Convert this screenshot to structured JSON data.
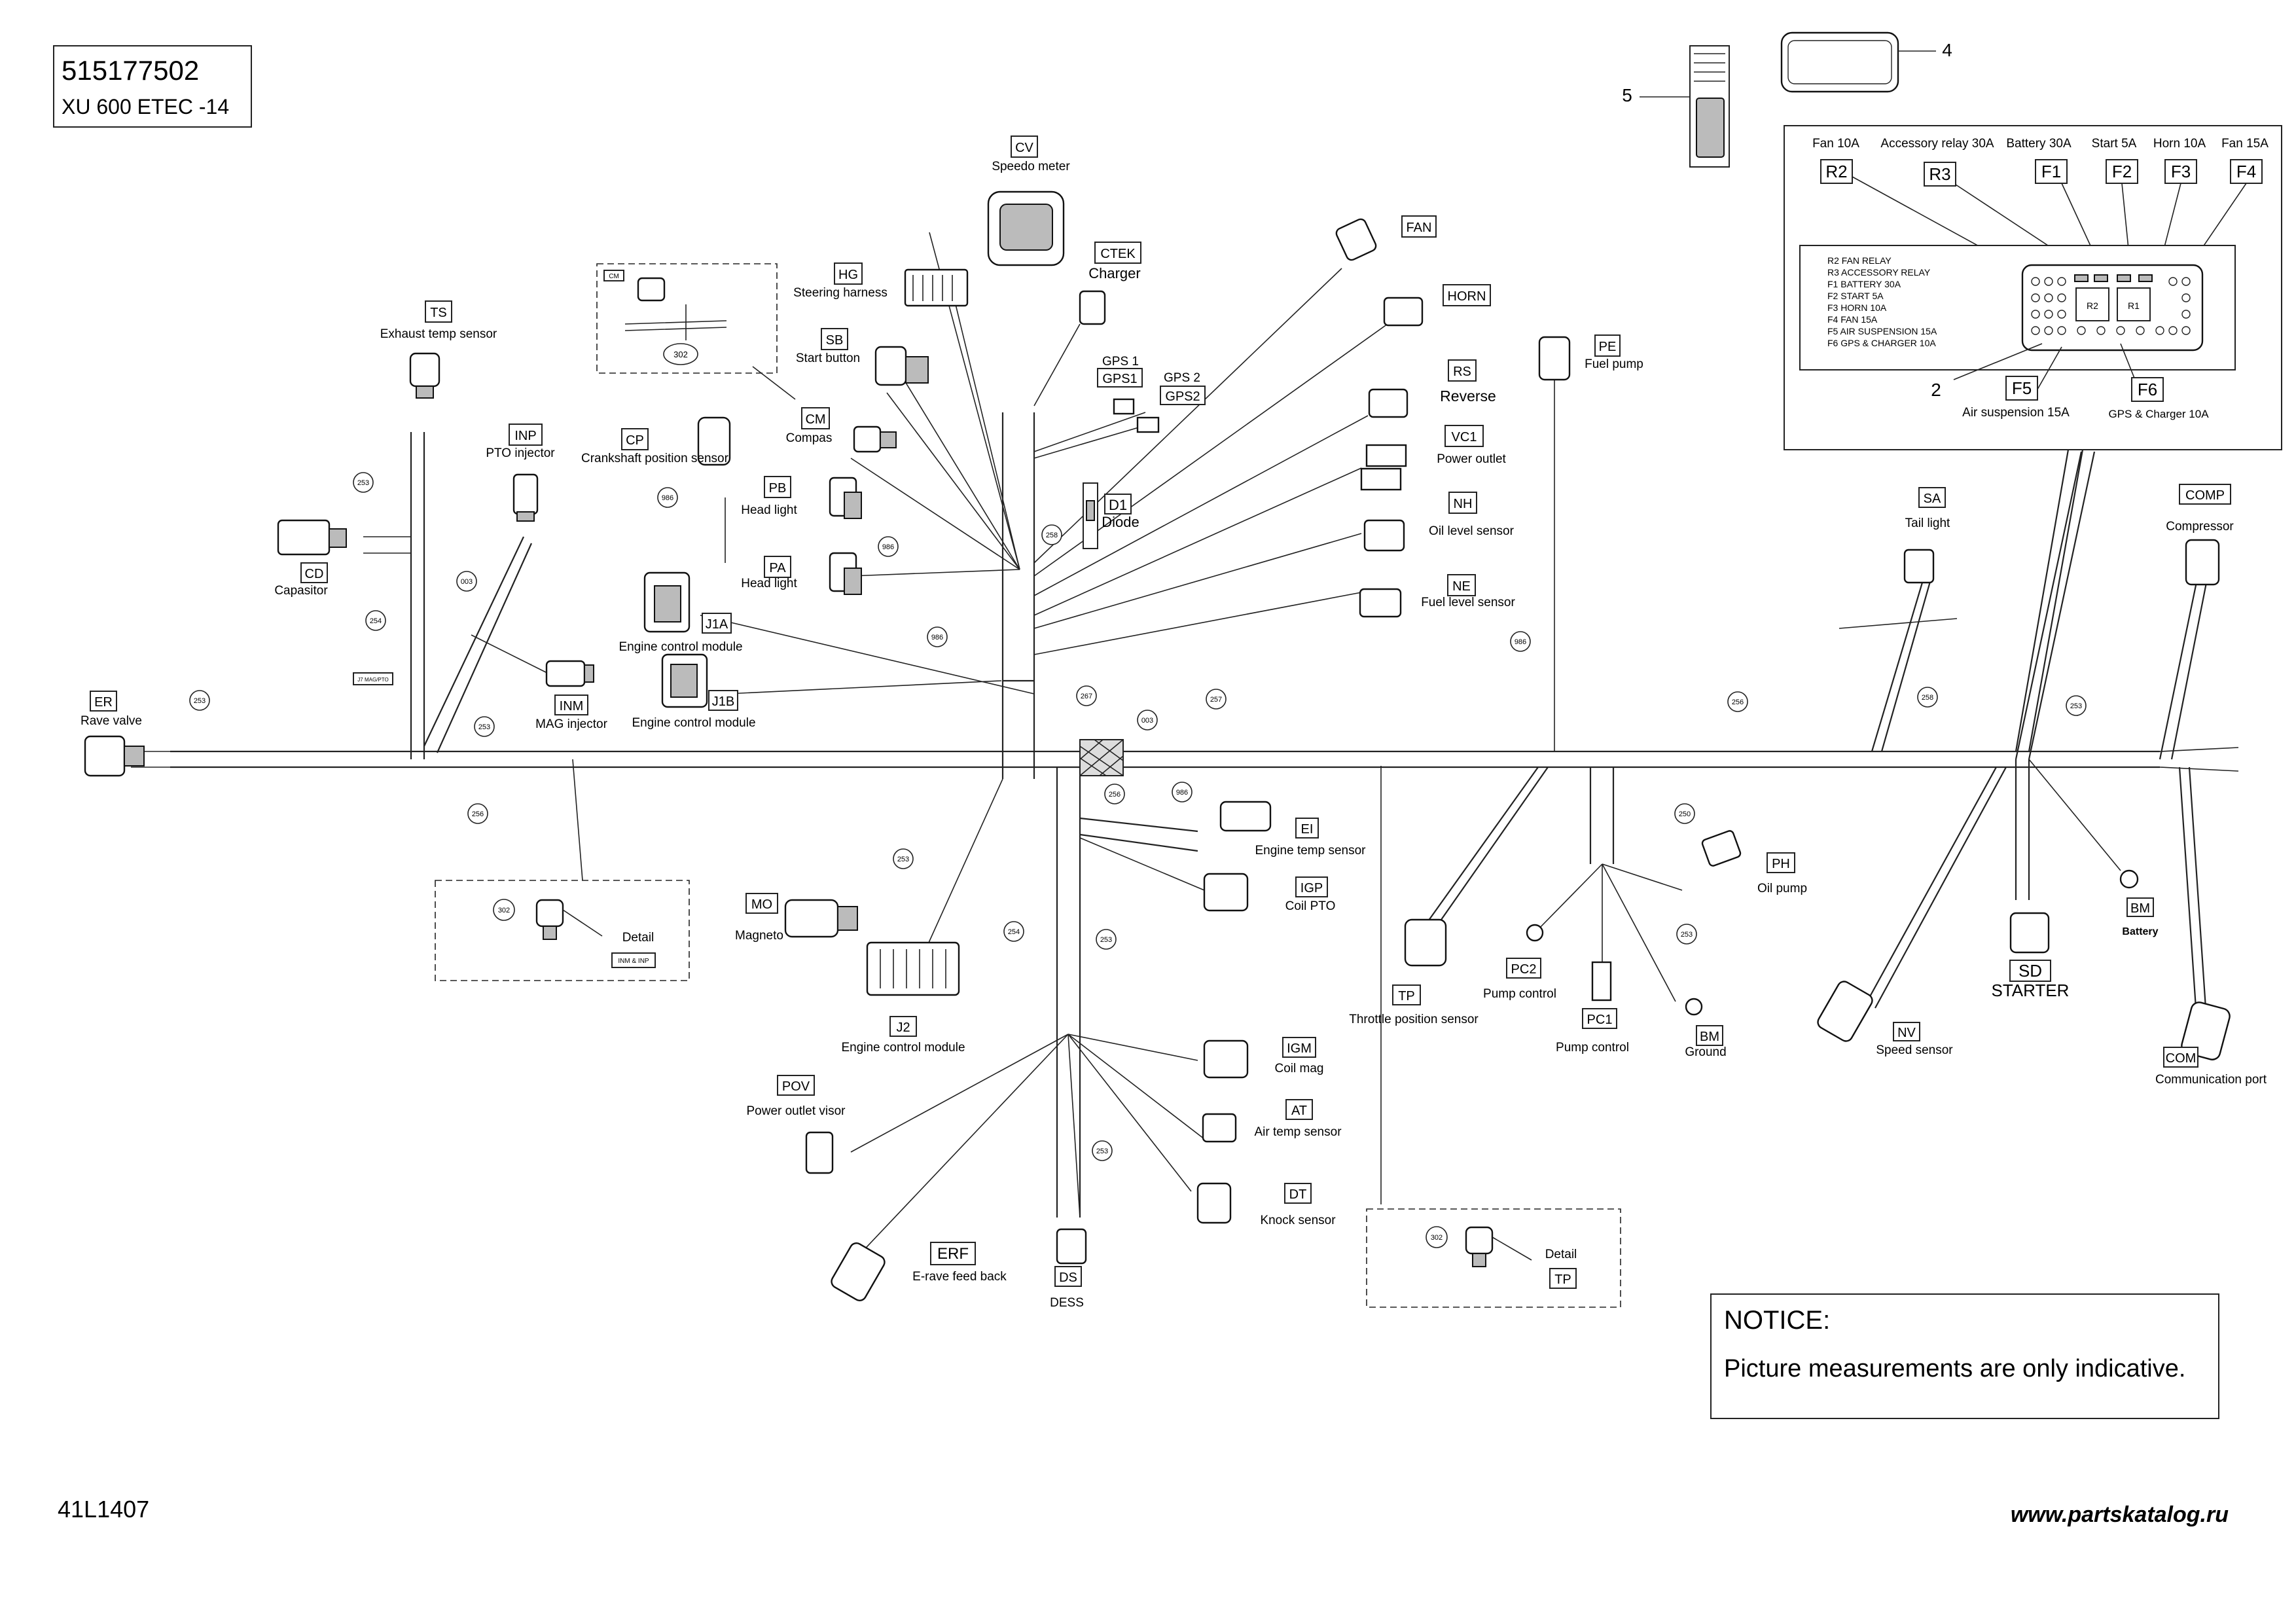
{
  "title_block": {
    "part_number": "515177502",
    "model": "XU 600 ETEC -14"
  },
  "drawing_code": "41L1407",
  "watermark": "www.partskatalog.ru",
  "notice": {
    "heading": "NOTICE:",
    "text": "Picture measurements are only indicative."
  },
  "callouts": {
    "c4": "4",
    "c5": "5",
    "c2": "2"
  },
  "fuse_box": {
    "top_labels": [
      "Fan 10A",
      "Accessory relay 30A",
      "Battery 30A",
      "Start 5A",
      "Horn 10A",
      "Fan 15A"
    ],
    "slot_codes": [
      "R2",
      "R3",
      "F1",
      "F2",
      "F3",
      "F4"
    ],
    "legend": [
      "R2  FAN RELAY",
      "R3  ACCESSORY RELAY",
      "F1  BATTERY 30A",
      "F2  START 5A",
      "F3  HORN 10A",
      "F4  FAN 15A",
      "F5  AIR SUSPENSION 15A",
      "F6  GPS & CHARGER 10A"
    ],
    "inner_r2": "R2",
    "inner_r1": "R1",
    "bottom_codes": [
      "F5",
      "F6"
    ],
    "bottom_labels": [
      "Air suspension 15A",
      "GPS & Charger 10A"
    ]
  },
  "components": [
    {
      "code": "TS",
      "label": "Exhaust temp sensor"
    },
    {
      "code": "CM",
      "label": "Compas"
    },
    {
      "code": "HG",
      "label": "Steering harness"
    },
    {
      "code": "CV",
      "label": "Speedo meter"
    },
    {
      "code": "CTEK",
      "label": "Charger"
    },
    {
      "code": "SB",
      "label": "Start button"
    },
    {
      "code": "GPS1",
      "label": "GPS 1"
    },
    {
      "code": "GPS2",
      "label": "GPS 2"
    },
    {
      "code": "FAN",
      "label": ""
    },
    {
      "code": "HORN",
      "label": ""
    },
    {
      "code": "RS",
      "label": "Reverse"
    },
    {
      "code": "VC1",
      "label": "Power outlet"
    },
    {
      "code": "NH",
      "label": "Oil level sensor"
    },
    {
      "code": "NE",
      "label": "Fuel level sensor"
    },
    {
      "code": "PE",
      "label": "Fuel pump"
    },
    {
      "code": "INP",
      "label": "PTO injector"
    },
    {
      "code": "CP",
      "label": "Crankshaft position sensor"
    },
    {
      "code": "PB",
      "label": "Head light"
    },
    {
      "code": "PA",
      "label": "Head light"
    },
    {
      "code": "D1",
      "label": "Diode"
    },
    {
      "code": "CD",
      "label": "Capasitor"
    },
    {
      "code": "J1A",
      "label": "Engine control module"
    },
    {
      "code": "J1B",
      "label": "Engine control module"
    },
    {
      "code": "INM",
      "label": "MAG injector"
    },
    {
      "code": "ER",
      "label": "Rave valve"
    },
    {
      "code": "SA",
      "label": "Tail light"
    },
    {
      "code": "COMP",
      "label": "Compressor"
    },
    {
      "code": "EI",
      "label": "Engine temp sensor"
    },
    {
      "code": "IGP",
      "label": "Coil PTO"
    },
    {
      "code": "MO",
      "label": "Magneto"
    },
    {
      "code": "J2",
      "label": "Engine control module"
    },
    {
      "code": "IGM",
      "label": "Coil mag"
    },
    {
      "code": "AT",
      "label": "Air temp sensor"
    },
    {
      "code": "DT",
      "label": "Knock sensor"
    },
    {
      "code": "POV",
      "label": "Power outlet visor"
    },
    {
      "code": "ERF",
      "label": "E-rave feed back"
    },
    {
      "code": "DS",
      "label": "DESS"
    },
    {
      "code": "TP",
      "label": "Throttle position sensor"
    },
    {
      "code": "PC2",
      "label": "Pump control"
    },
    {
      "code": "PC1",
      "label": "Pump control"
    },
    {
      "code": "PH",
      "label": "Oil pump"
    },
    {
      "code": "BM",
      "label": "Ground"
    },
    {
      "code": "BM",
      "label": "Battery"
    },
    {
      "code": "SD",
      "label": "STARTER"
    },
    {
      "code": "NV",
      "label": "Speed sensor"
    },
    {
      "code": "COM",
      "label": "Communication port"
    }
  ],
  "details": [
    {
      "tag": "302",
      "label": "Detail",
      "codes": "INM & INP"
    },
    {
      "tag": "302",
      "label": "Detail",
      "codes": "TP"
    }
  ],
  "compass_detail_tag": "302",
  "compass_detail_code": "CM",
  "tag_numbers": [
    "253",
    "254",
    "253",
    "003",
    "253",
    "256",
    "253",
    "986",
    "986",
    "986",
    "258",
    "267",
    "003",
    "257",
    "986",
    "256",
    "258",
    "253",
    "256",
    "986",
    "254",
    "253",
    "253",
    "986",
    "250",
    "253"
  ],
  "small_mark": "J7 MAG/PTO"
}
